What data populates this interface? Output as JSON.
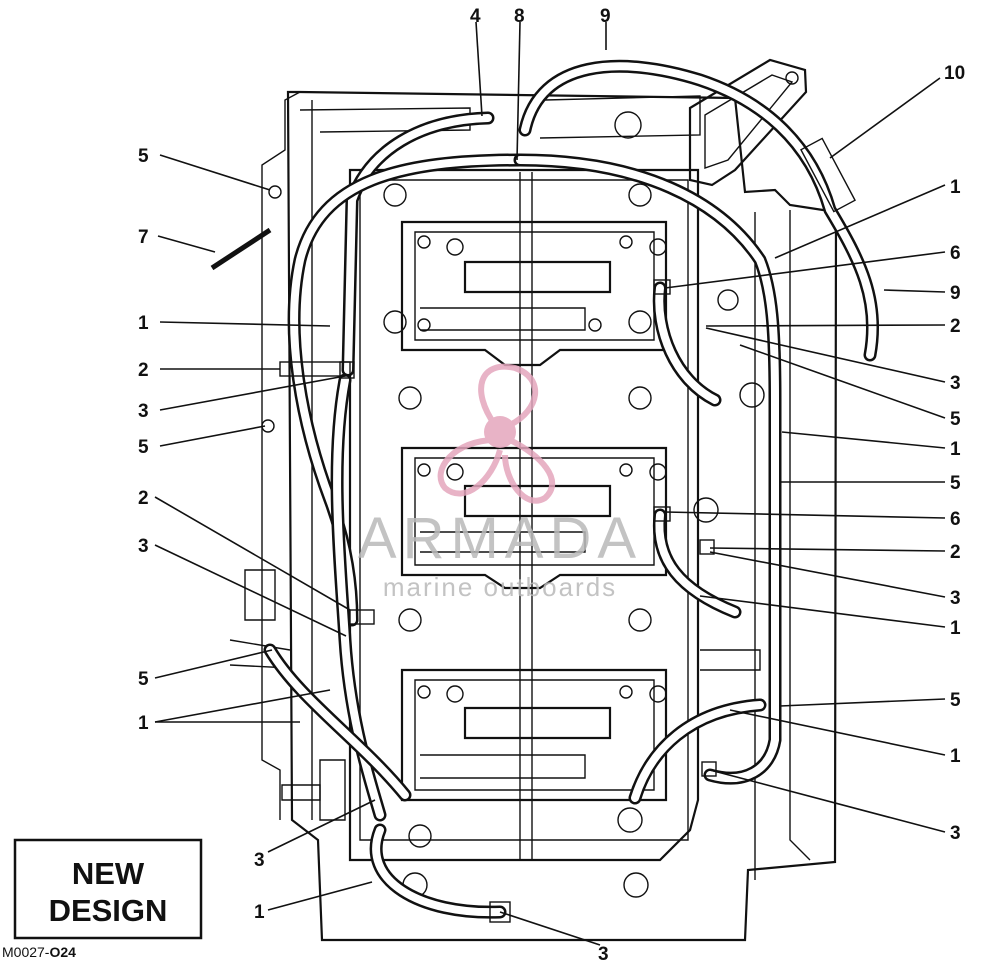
{
  "figure_code": "M0027-",
  "figure_code_bold": "O24",
  "badge": {
    "line1": "NEW",
    "line2": "DESIGN"
  },
  "watermark": {
    "brand": "ARMADA",
    "tagline": "marine outboards",
    "accent_color": "#e4a6bd",
    "text_color": "#b9b9b9"
  },
  "callouts": {
    "top": [
      "4",
      "8",
      "9",
      "10"
    ],
    "left": [
      "5",
      "7",
      "1",
      "2",
      "3",
      "5",
      "2",
      "3",
      "5",
      "1"
    ],
    "right": [
      "1",
      "6",
      "9",
      "2",
      "3",
      "5",
      "1",
      "5",
      "6",
      "2",
      "3",
      "1",
      "5",
      "1",
      "3"
    ],
    "bottom": [
      "3",
      "1",
      "3"
    ]
  }
}
